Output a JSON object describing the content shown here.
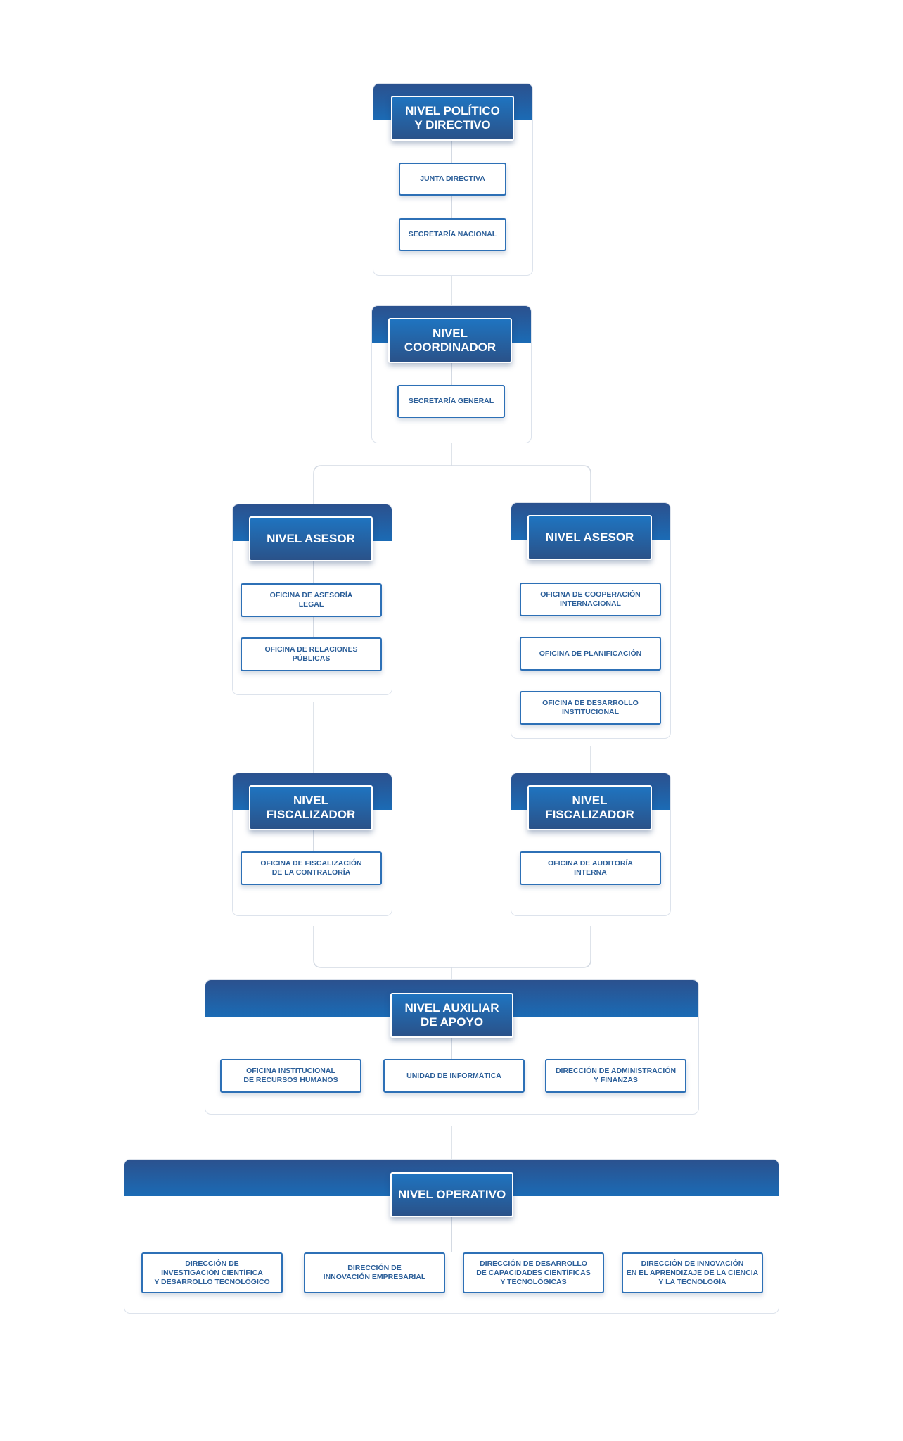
{
  "colors": {
    "header_band_top": "#2b518e",
    "header_band_bottom": "#1b6bb5",
    "header_text": "#ffffff",
    "unit_border": "#2d70b6",
    "unit_text": "#2c5f99",
    "connector": "#d4dae3",
    "panel_border": "#dde3ec"
  },
  "levels": {
    "politico": {
      "title": "NIVEL POLÍTICO\nY DIRECTIVO",
      "units": [
        "JUNTA DIRECTIVA",
        "SECRETARÍA NACIONAL"
      ]
    },
    "coordinador": {
      "title": "NIVEL\nCOORDINADOR",
      "units": [
        "SECRETARÍA GENERAL"
      ]
    },
    "asesor_left": {
      "title": "NIVEL ASESOR",
      "units": [
        "OFICINA DE ASESORÍA\nLEGAL",
        "OFICINA DE RELACIONES\nPÚBLICAS"
      ]
    },
    "asesor_right": {
      "title": "NIVEL ASESOR",
      "units": [
        "OFICINA DE COOPERACIÓN\nINTERNACIONAL",
        "OFICINA DE PLANIFICACIÓN",
        "OFICINA DE DESARROLLO\nINSTITUCIONAL"
      ]
    },
    "fiscalizador_left": {
      "title": "NIVEL\nFISCALIZADOR",
      "units": [
        "OFICINA DE FISCALIZACIÓN\nDE LA CONTRALORÍA"
      ]
    },
    "fiscalizador_right": {
      "title": "NIVEL\nFISCALIZADOR",
      "units": [
        "OFICINA DE AUDITORÍA\nINTERNA"
      ]
    },
    "auxiliar": {
      "title": "NIVEL AUXILIAR\nDE APOYO",
      "units": [
        "OFICINA INSTITUCIONAL\nDE RECURSOS HUMANOS",
        "UNIDAD DE INFORMÁTICA",
        "DIRECCIÓN DE ADMINISTRACIÓN\nY FINANZAS"
      ]
    },
    "operativo": {
      "title": "NIVEL OPERATIVO",
      "units": [
        "DIRECCIÓN DE\nINVESTIGACIÓN CIENTÍFICA\nY DESARROLLO TECNOLÓGICO",
        "DIRECCIÓN DE\nINNOVACIÓN EMPRESARIAL",
        "DIRECCIÓN DE DESARROLLO\nDE CAPACIDADES CIENTÍFICAS\nY TECNOLÓGICAS",
        "DIRECCIÓN DE INNOVACIÓN\nEN EL APRENDIZAJE DE LA CIENCIA\nY LA TECNOLOGÍA"
      ]
    }
  }
}
